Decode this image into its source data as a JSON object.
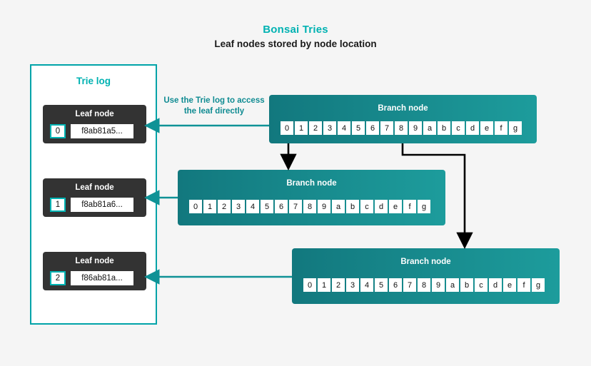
{
  "header": {
    "title": "Bonsai Tries",
    "subtitle": "Leaf nodes stored by node location",
    "title_color": "#00b2b2"
  },
  "colors": {
    "background": "#f5f5f5",
    "teal_accent": "#00b2b2",
    "teal_border": "#00a3a8",
    "branch_fill_left": "#12787e",
    "branch_fill_right": "#1d9c9c",
    "leaf_fill": "#333333",
    "arrow_black": "#000000",
    "arrow_teal": "#0f9296"
  },
  "trie_log": {
    "title": "Trie log",
    "leaf_nodes": [
      {
        "label": "Leaf node",
        "index": "0",
        "hash": "f8ab81a5..."
      },
      {
        "label": "Leaf node",
        "index": "1",
        "hash": "f8ab81a6..."
      },
      {
        "label": "Leaf node",
        "index": "2",
        "hash": "f86ab81a..."
      }
    ]
  },
  "branch_nodes": [
    {
      "label": "Branch node",
      "cells": [
        "0",
        "1",
        "2",
        "3",
        "4",
        "5",
        "6",
        "7",
        "8",
        "9",
        "a",
        "b",
        "c",
        "d",
        "e",
        "f",
        "g"
      ]
    },
    {
      "label": "Branch node",
      "cells": [
        "0",
        "1",
        "2",
        "3",
        "4",
        "5",
        "6",
        "7",
        "8",
        "9",
        "a",
        "b",
        "c",
        "d",
        "e",
        "f",
        "g"
      ]
    },
    {
      "label": "Branch node",
      "cells": [
        "0",
        "1",
        "2",
        "3",
        "4",
        "5",
        "6",
        "7",
        "8",
        "9",
        "a",
        "b",
        "c",
        "d",
        "e",
        "f",
        "g"
      ]
    }
  ],
  "annotation": {
    "text": "Use the Trie log to access the leaf directly"
  }
}
